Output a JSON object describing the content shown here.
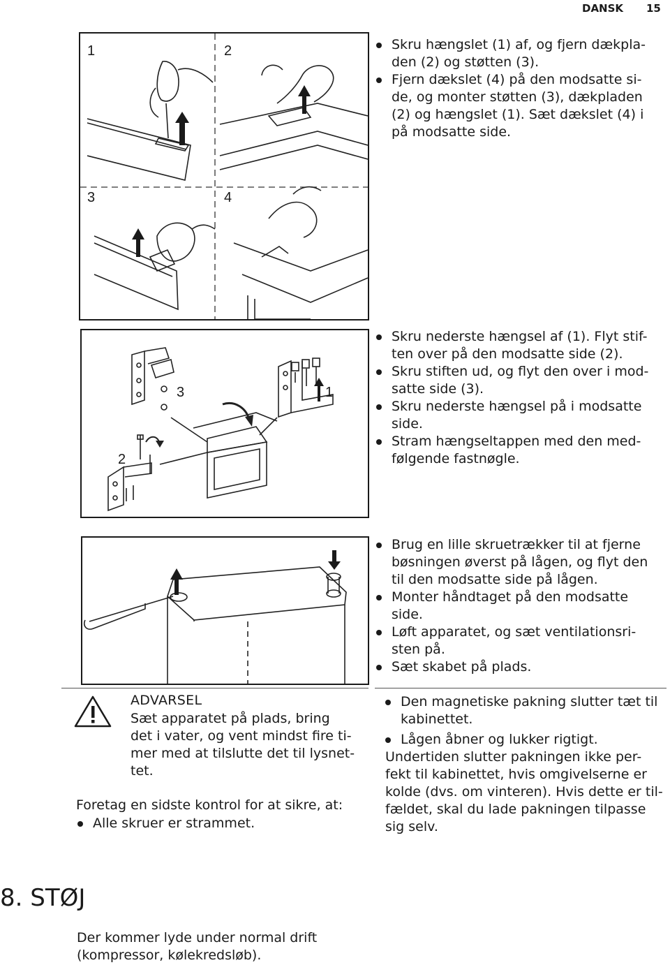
{
  "header": {
    "language": "DANSK",
    "page_number": "15"
  },
  "figure1": {
    "panel_labels": [
      "1",
      "2",
      "3",
      "4"
    ]
  },
  "figure2": {
    "callouts": [
      "3",
      "1",
      "2"
    ]
  },
  "steps_block1": [
    "Skru hængslet (1) af, og fjern dækpla-den (2) og støtten (3).",
    "Fjern dækslet (4) på den modsatte si-de, og monter støtten (3), dækpladen (2) og hængslet (1). Sæt dækslet (4) i på modsatte side."
  ],
  "steps_block2": [
    "Skru nederste hængsel af (1). Flyt stif-ten over på den modsatte side (2).",
    "Skru stiften ud, og flyt den over i mod-satte side (3).",
    "Skru nederste hængsel på i modsatte side.",
    "Stram hængseltappen med den med-følgende fastnøgle."
  ],
  "steps_block3": [
    "Brug en lille skruetrækker til at fjerne bøsningen øverst på lågen, og flyt den til den modsatte side på lågen.",
    "Monter håndtaget på den modsatte side.",
    "Løft apparatet, og sæt ventilationsri-sten på.",
    "Sæt skabet på plads."
  ],
  "warning": {
    "title": "ADVARSEL",
    "text": "Sæt apparatet på plads, bring det i vater, og vent mindst fire ti-mer med at tilslutte det til lysnet-tet."
  },
  "final_check": {
    "intro": "Foretag en sidste kontrol for at sikre, at:",
    "items_left": [
      "Alle skruer er strammet."
    ],
    "items_right": [
      "Den magnetiske pakning slutter tæt til kabinettet.",
      "Lågen åbner og lukker rigtigt."
    ],
    "note": "Undertiden slutter pakningen ikke per-fekt til kabinettet, hvis omgivelserne er kolde (dvs. om vinteren). Hvis dette er til-fældet, skal du lade pakningen tilpasse sig selv."
  },
  "section8": {
    "title": "8. STØJ",
    "text": "Der kommer lyde under normal drift (kompressor, kølekredsløb)."
  }
}
